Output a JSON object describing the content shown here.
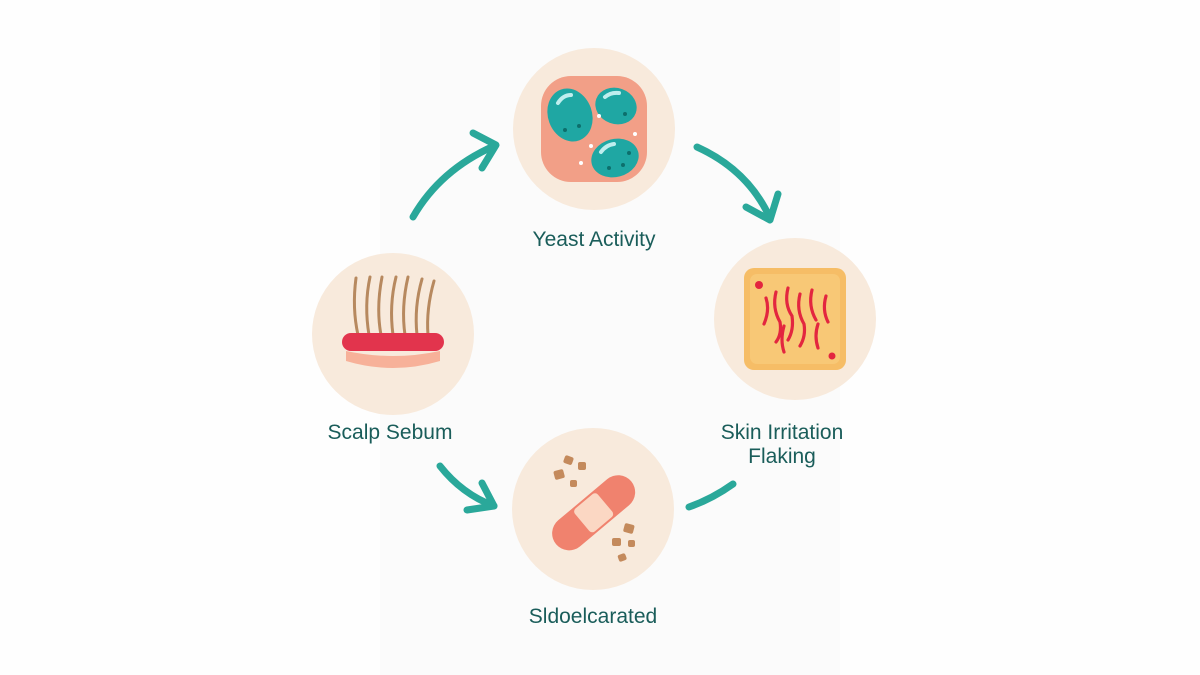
{
  "diagram": {
    "title": "",
    "nodes": [
      {
        "id": "yeast",
        "label": "Yeast Activity",
        "icon": "yeast-cells-icon"
      },
      {
        "id": "sebum",
        "label": "Scalp Sebum",
        "icon": "hair-follicle-icon"
      },
      {
        "id": "irritation",
        "label_line1": "Skin Irritation",
        "label_line2": "Flaking",
        "icon": "irritated-skin-icon"
      },
      {
        "id": "bottom",
        "label": "Sldoelcarated",
        "icon": "bandage-icon"
      }
    ],
    "colors": {
      "arrow": "#2aa89a",
      "circle": "#f8eadc",
      "label": "#1a5d5a"
    }
  }
}
